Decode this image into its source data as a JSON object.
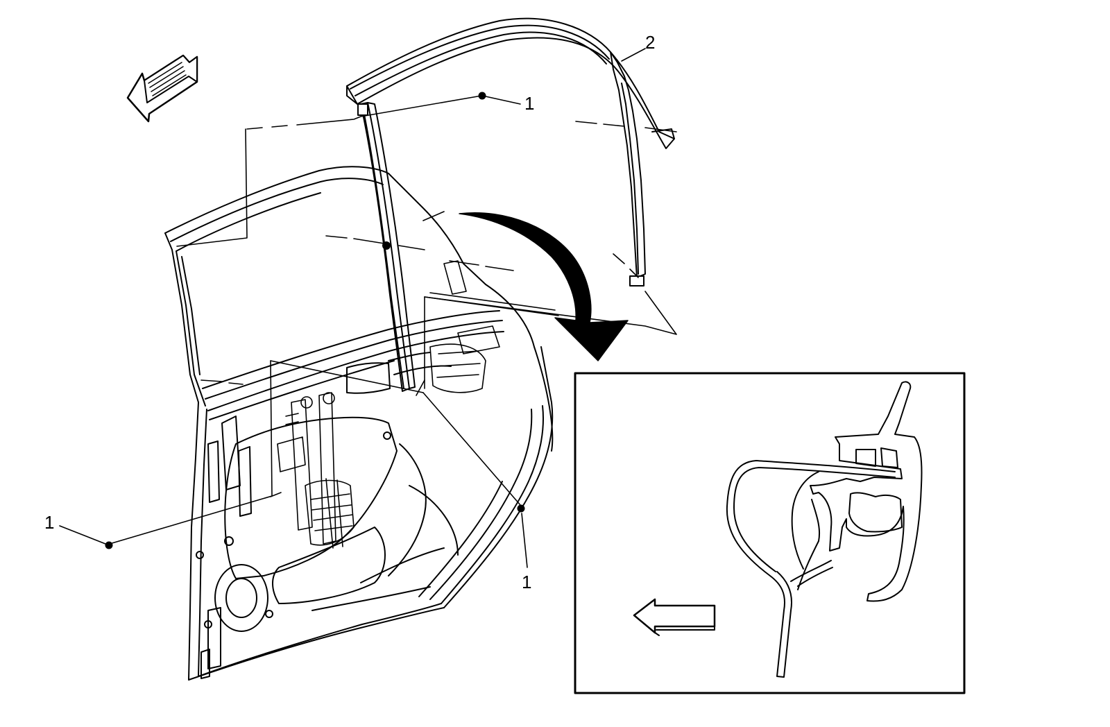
{
  "callouts": {
    "c1_top": "1",
    "c1_left": "1",
    "c1_bottom": "1",
    "c2": "2"
  },
  "colors": {
    "line": "#000000",
    "background": "#ffffff",
    "arrow_fill": "#000000"
  },
  "icons": [
    "direction-arrow-icon",
    "rotation-arrow-icon"
  ]
}
